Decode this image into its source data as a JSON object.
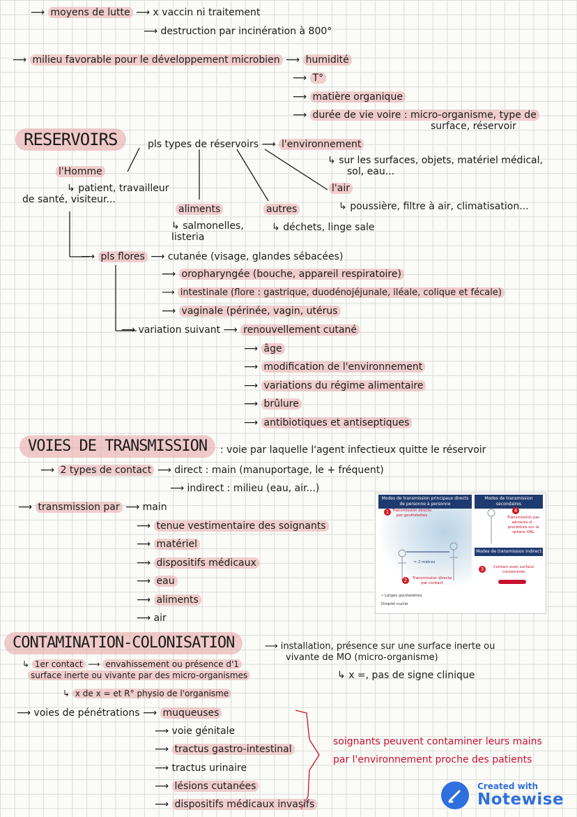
{
  "l": {
    "l01": "moyens de lutte",
    "l02": "x vaccin ni traitement",
    "l03": "destruction par incinération à 800°",
    "l04": "milieu favorable pour le développement microbien",
    "l05": "humidité",
    "l06": "T°",
    "l07": "matière organique",
    "l08": "durée de vie voire : micro-organisme, type de",
    "l09": "surface, réservoir",
    "l10": "RESERVOIRS",
    "l11": "pls types de réservoirs",
    "l12": "l'environnement",
    "l13": "sur les surfaces, objets, matériel médical,",
    "l14": "sol, eau...",
    "l15": "l'Homme",
    "l16": "patient, travailleur",
    "l17": "de santé, visiteur...",
    "l18": "l'air",
    "l19": "poussière, filtre à air, climatisation...",
    "l20": "aliments",
    "l21": "autres",
    "l22": "salmonelles,",
    "l23": "listeria",
    "l24": "déchets, linge sale",
    "l25": "pls flores",
    "l26": "cutanée (visage, glandes sébacées)",
    "l27": "oropharyngée (bouche, appareil respiratoire)",
    "l28": "intestinale (flore : gastrique, duodénojéjunale, iléale, colique et fécale)",
    "l29": "vaginale (périnée, vagin, utérus",
    "l30": "variation suivant",
    "l31": "renouvellement cutané",
    "l32": "âge",
    "l33": "modification de l'environnement",
    "l34": "variations du régime alimentaire",
    "l35": "brûlure",
    "l36": "antibiotiques et antiseptiques",
    "l37": "VOIES DE TRANSMISSION",
    "l38": ": voie par laquelle l'agent infectieux quitte le réservoir",
    "l39": "2 types de contact",
    "l40": "direct : main (manuportage, le + fréquent)",
    "l41": "indirect : milieu (eau, air...)",
    "l42": "transmission par",
    "l43": "main",
    "l44": "tenue vestimentaire des soignants",
    "l45": "matériel",
    "l46": "dispositifs médicaux",
    "l47": "eau",
    "l48": "aliments",
    "l49": "air",
    "l50": "CONTAMINATION-COLONISATION",
    "l51": "installation, présence sur une surface inerte ou",
    "l52": "vivante de MO (micro-organisme)",
    "l53": "x =, pas de signe clinique",
    "l54": "1er contact",
    "l55": "envahissement ou présence d'1",
    "l56": "surface inerte ou vivante par des micro-organismes",
    "l57": "x de x = et R° physio de l'organisme",
    "l58": "voies de pénétrations",
    "l59": "muqueuses",
    "l60": "voie génitale",
    "l61": "tractus gastro-intestinal",
    "l62": "tractus urinaire",
    "l63": "lésions cutanées",
    "l64": "dispositifs médicaux invasifs",
    "l65": "soignants peuvent contaminer leurs mains",
    "l66": "par l'environnement proche des patients"
  },
  "figure": {
    "h1": "Modes de transmission principaux directs de personne à personne",
    "h2": "Modes de transmission secondaires",
    "h3": "Modes de transmission indirect",
    "n1": "1",
    "c1": "Transmission directe par gouttelettes",
    "n2": "2",
    "c2": "Transmission directe par contact",
    "n3": "3",
    "c3": "Contact avec surface contaminée",
    "n4": "4",
    "c4": "Transmission par aérosols si : procédure sur la sphère ORL",
    "dist": "≈ 2 mètres",
    "leg1": "Larges gouttelettes",
    "leg2": "Droplet nuclei"
  },
  "badge": {
    "s1": "Created with",
    "s2": "Notewise"
  }
}
